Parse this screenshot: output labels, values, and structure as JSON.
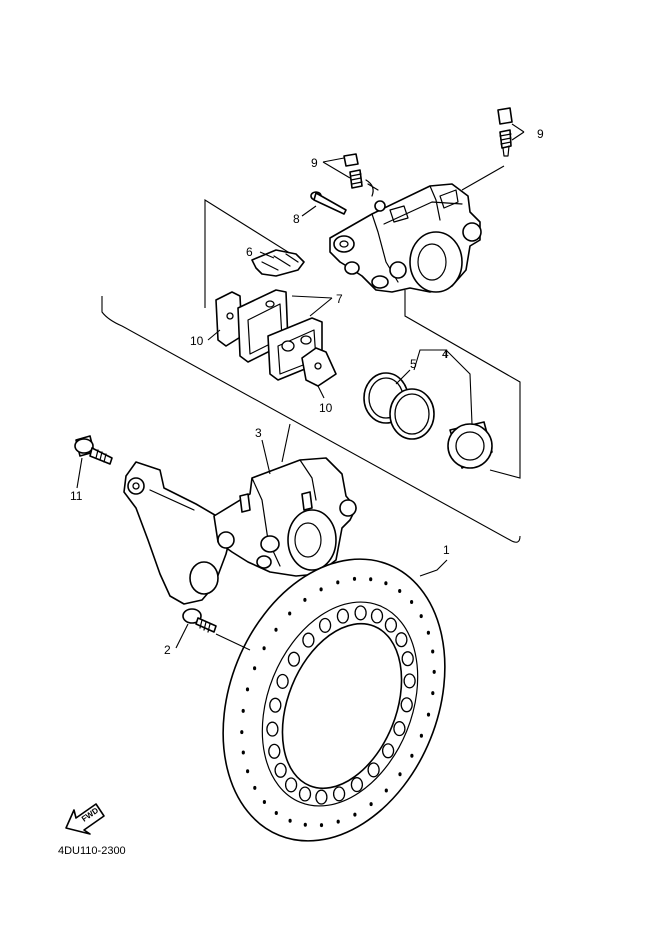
{
  "parts": [
    {
      "id": "disc",
      "callout": "1"
    },
    {
      "id": "disc-bolt",
      "callout": "2"
    },
    {
      "id": "caliper-assembly",
      "callout": "3"
    },
    {
      "id": "piston-seal-kit",
      "callout": "4"
    },
    {
      "id": "piston-seal",
      "callout": "5"
    },
    {
      "id": "pad-spring",
      "callout": "6"
    },
    {
      "id": "brake-pad-kit",
      "callout": "7"
    },
    {
      "id": "pad-pin",
      "callout": "8"
    },
    {
      "id": "bleed-screw-top",
      "callout": "9"
    },
    {
      "id": "bleed-screw-mid",
      "callout": "9"
    },
    {
      "id": "pad-shim-left",
      "callout": "10"
    },
    {
      "id": "pad-shim-right",
      "callout": "10"
    },
    {
      "id": "caliper-bolt",
      "callout": "11"
    }
  ],
  "forward_label": "FWD",
  "diagram_code": "4DU110-2300"
}
